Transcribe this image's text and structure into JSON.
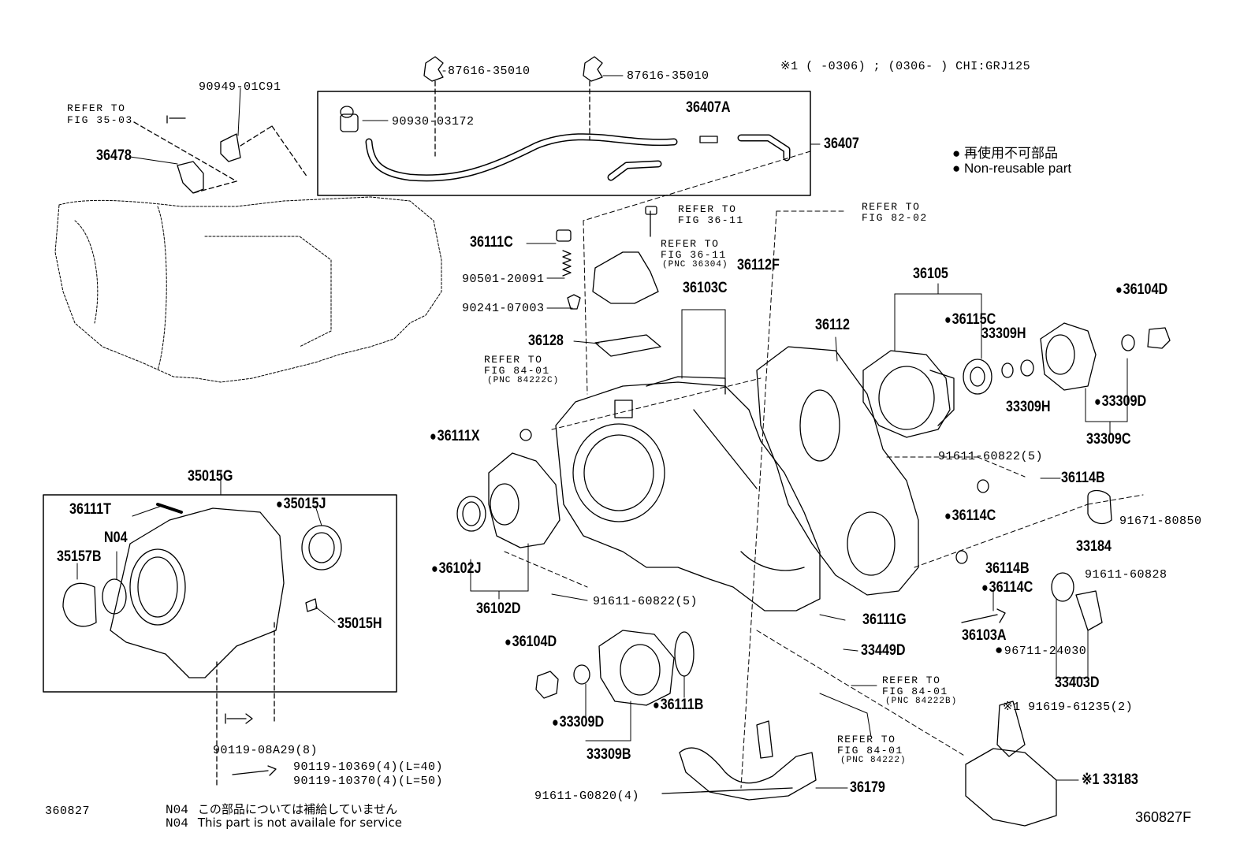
{
  "header_note": "※1 (      -0306) ; (0306-      ) CHI:GRJ125",
  "legend": [
    "再使用不可部品",
    "Non-reusable part"
  ],
  "footer": {
    "left_code": "360827",
    "right_code": "360827F",
    "notes": [
      {
        "code": "N04",
        "text": "この部品については補給していません"
      },
      {
        "code": "N04",
        "text": "This part is not availale for service"
      }
    ]
  },
  "group_box_title": "35015G",
  "labels": {
    "refer_35_03_a": "REFER TO",
    "refer_35_03_b": "FIG 35-03",
    "p90949": "90949-01C91",
    "p36478": "36478",
    "p87616a": "87616-35010",
    "p87616b": "87616-35010",
    "p90930": "90930-03172",
    "p36407A": "36407A",
    "p36407": "36407",
    "refer_36_11a_a": "REFER TO",
    "refer_36_11a_b": "FIG 36-11",
    "refer_82_02_a": "REFER TO",
    "refer_82_02_b": "FIG 82-02",
    "p36111C": "36111C",
    "refer_36_11b_a": "REFER TO",
    "refer_36_11b_b": "FIG 36-11",
    "refer_36_11b_c": "(PNC 36304)",
    "p36112F": "36112F",
    "p90501": "90501-20091",
    "p90241": "90241-07003",
    "p36103C": "36103C",
    "p36105": "36105",
    "p36104D_top": "36104D",
    "p36115C": "36115C",
    "p33309H_a": "33309H",
    "p36112": "36112",
    "p36128": "36128",
    "refer_84_01a_a": "REFER TO",
    "refer_84_01a_b": "FIG 84-01",
    "refer_84_01a_c": "(PNC 84222C)",
    "p33309H_b": "33309H",
    "p33309D_top": "33309D",
    "p33309C": "33309C",
    "p36111X": "36111X",
    "p91611_60822_top": "91611-60822(5)",
    "p36114B_a": "36114B",
    "p91671": "91671-80850",
    "p36114C_a": "36114C",
    "p33184": "33184",
    "p36111T": "36111T",
    "p35015J": "35015J",
    "pN04": "N04",
    "p35157B": "35157B",
    "p35015H": "35015H",
    "p36102J": "36102J",
    "p36102D": "36102D",
    "p91611_60822_mid": "91611-60822(5)",
    "p36114B_b": "36114B",
    "p36114C_b": "36114C",
    "p91611_60828": "91611-60828",
    "p36111G": "36111G",
    "p36103A": "36103A",
    "p96711": "96711-24030",
    "p33449D": "33449D",
    "p33403D": "33403D",
    "p36104D_bot": "36104D",
    "p36111B": "36111B",
    "p33309D_bot": "33309D",
    "p33309B": "33309B",
    "refer_84_01b_a": "REFER TO",
    "refer_84_01b_b": "FIG 84-01",
    "refer_84_01b_c": "(PNC 84222B)",
    "refer_84_01c_a": "REFER TO",
    "refer_84_01c_b": "FIG 84-01",
    "refer_84_01c_c": "(PNC 84222)",
    "p91619": "※1 91619-61235(2)",
    "p90119_08A29": "90119-08A29(8)",
    "p90119_10369": "90119-10369(4)(L=40)",
    "p90119_10370": "90119-10370(4)(L=50)",
    "p36179": "36179",
    "p33183": "※1 33183",
    "p91611_G0820": "91611-G0820(4)"
  }
}
